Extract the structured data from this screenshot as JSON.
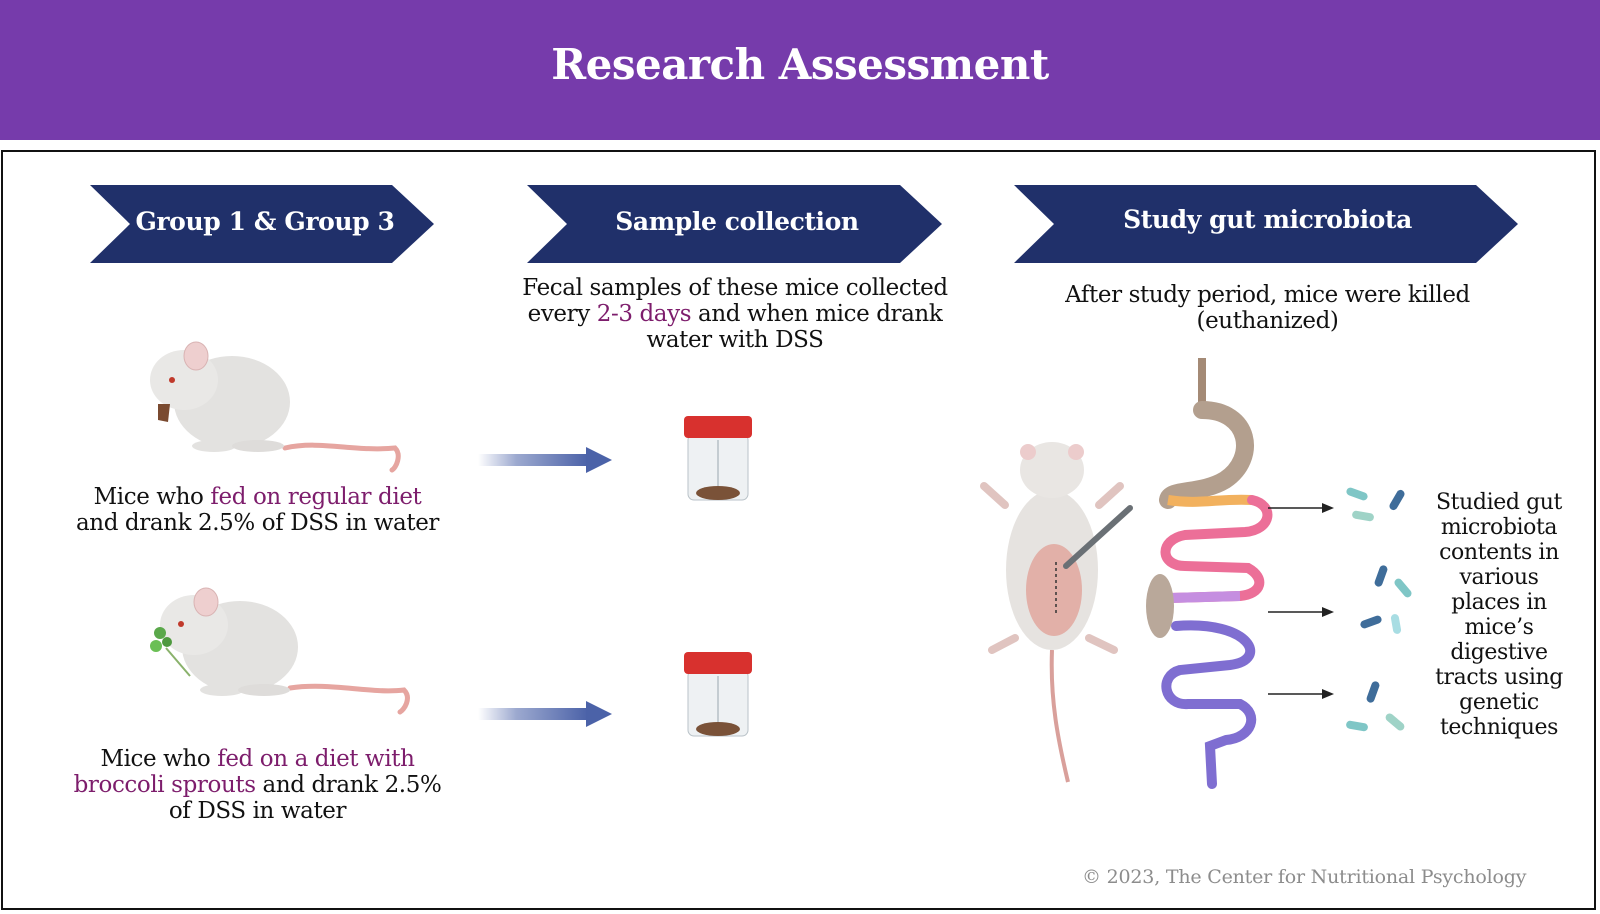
{
  "header": {
    "title": "Research Assessment",
    "color": "#763bab"
  },
  "steps": [
    {
      "label": "Group 1 & Group 3"
    },
    {
      "label": "Sample collection"
    },
    {
      "label": "Study gut microbiota"
    }
  ],
  "sample_note": {
    "line1": "Fecal samples of these mice  collected",
    "line2_pre": "every ",
    "line2_hl": "2-3 days",
    "line2_post": " and when mice drank",
    "line3": "water with DSS"
  },
  "study_note": {
    "line1": "After study period, mice were killed",
    "line2": "(euthanized)"
  },
  "group1": {
    "pre": "Mice who ",
    "hl": "fed on regular diet",
    "line2": "and drank  2.5% of DSS in  water"
  },
  "group3": {
    "pre": "Mice who ",
    "hl1": "fed on a diet with",
    "hl2": "broccoli sprouts",
    "post": " and  drank 2.5%",
    "line3": "of DSS in  water"
  },
  "side_text": "Studied gut microbiota contents in various places in mice’s digestive tracts using genetic techniques",
  "footer": "© 2023,  The Center for Nutritional Psychology",
  "colors": {
    "chevron": "#20306a",
    "highlight": "#7d1d6c",
    "arrow": "#4b62a8"
  }
}
